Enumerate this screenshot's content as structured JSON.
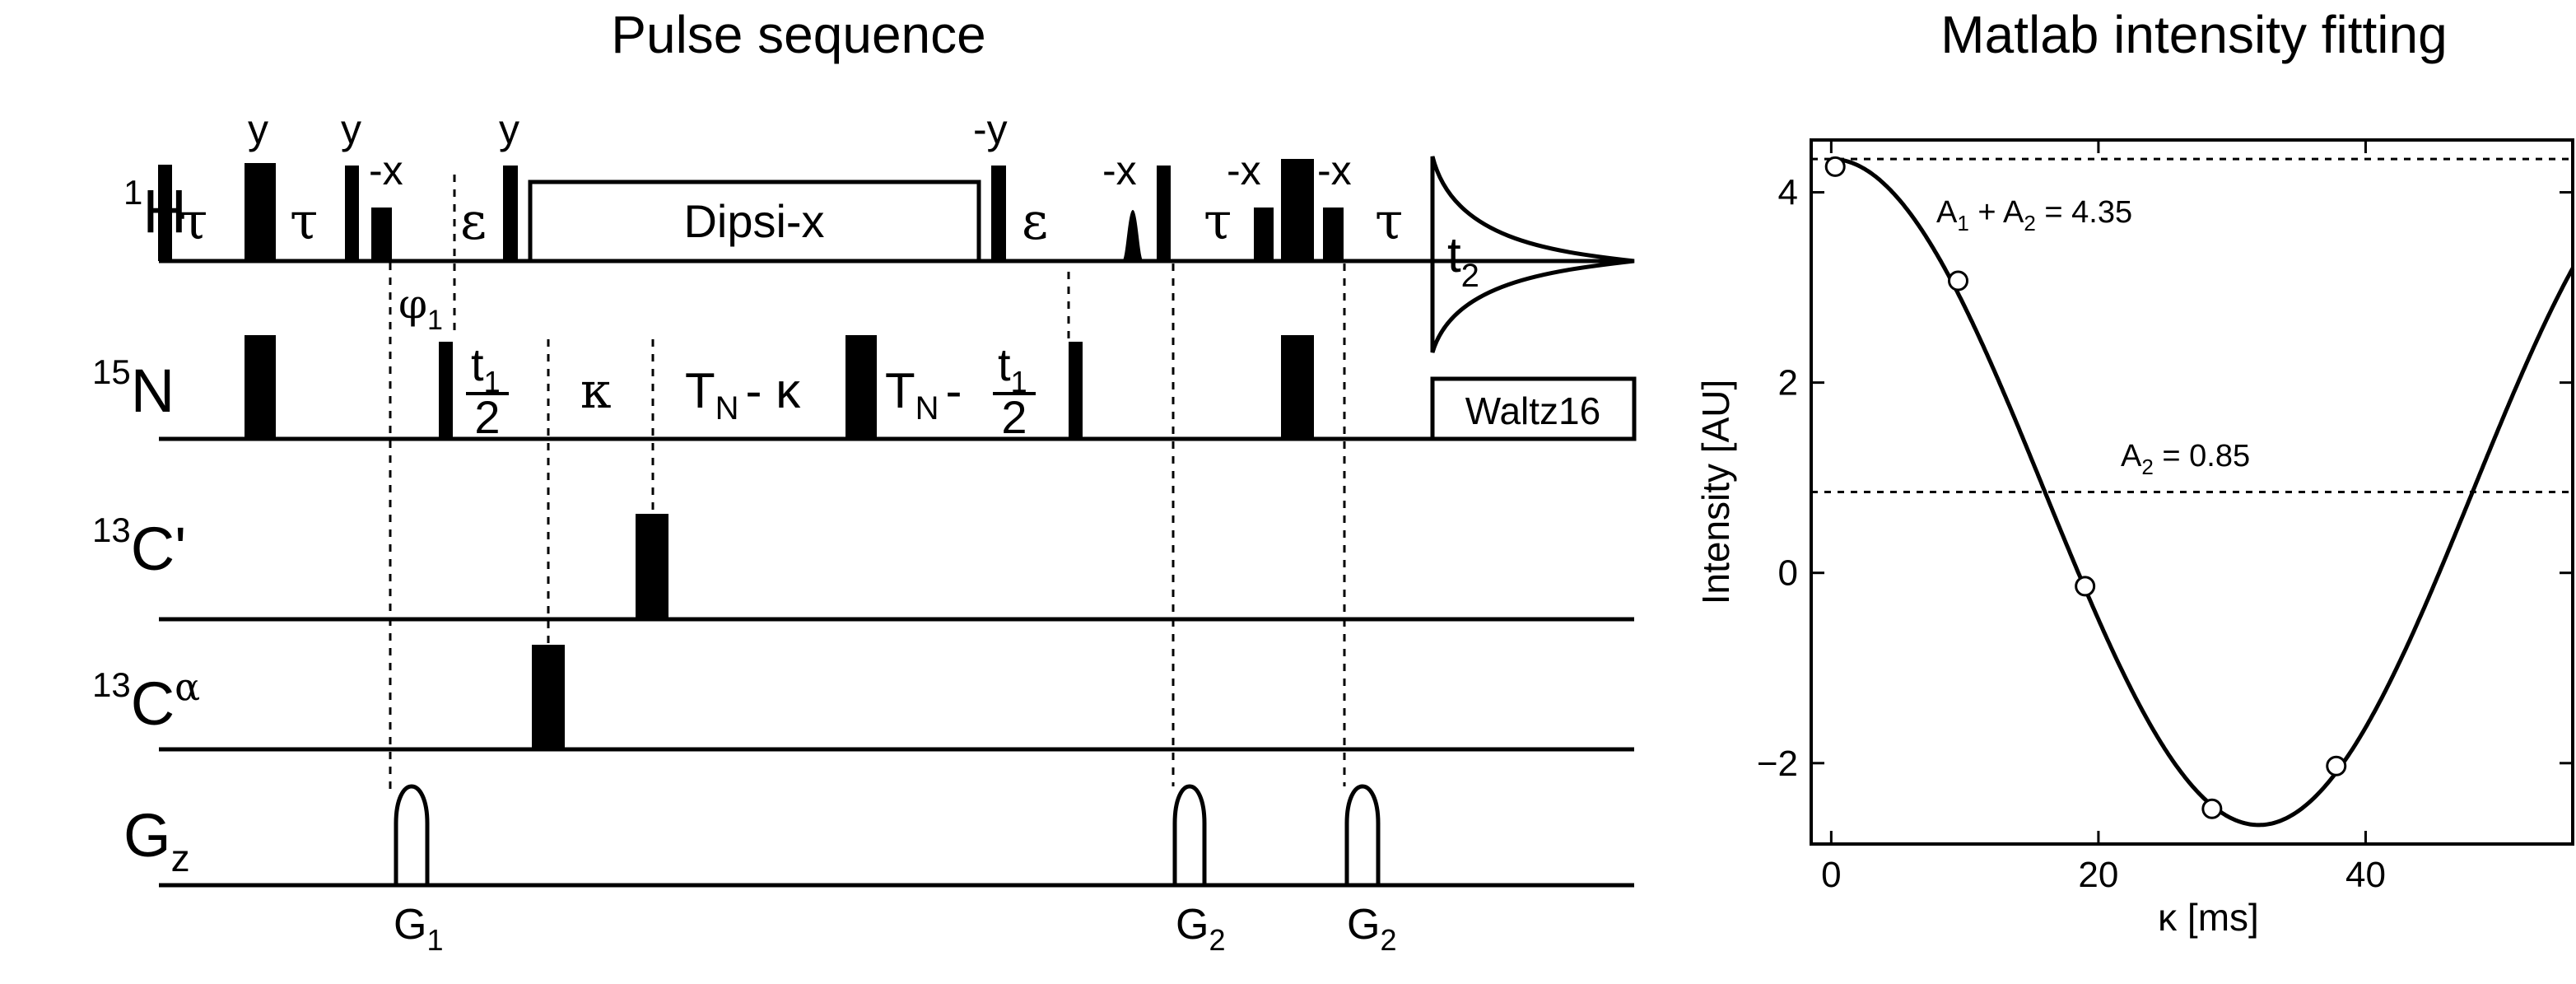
{
  "titles": {
    "left": "Pulse sequence",
    "right": "Matlab intensity fitting"
  },
  "channels": {
    "h": {
      "sup": "1",
      "base": "H"
    },
    "n": {
      "sup": "15",
      "base": "N"
    },
    "cp": {
      "sup": "13",
      "base": "C'"
    },
    "ca": {
      "sup": "13",
      "base": "C",
      "greek": "α"
    },
    "gz": {
      "base": "G",
      "sub": "z"
    }
  },
  "phases": {
    "y1": "y",
    "y2": "y",
    "mx1": "-x",
    "y3": "y",
    "my": "-y",
    "mx2": "-x",
    "mx3": "-x",
    "mx4": "-x"
  },
  "delays": {
    "tau": "τ",
    "epsilon": "ε",
    "kappa": "κ",
    "phi": "φ",
    "phi_sub": "1",
    "t1": "t",
    "t1_sub": "1",
    "two": "2",
    "tn": "T",
    "tn_sub": "N",
    "minus_kappa": "- κ",
    "minus": "-",
    "t2": "t",
    "t2_sub": "2"
  },
  "boxes": {
    "dipsi": "Dipsi-x",
    "waltz": "Waltz16"
  },
  "gradients": {
    "g1": {
      "base": "G",
      "sub": "1"
    },
    "g2a": {
      "base": "G",
      "sub": "2"
    },
    "g2b": {
      "base": "G",
      "sub": "2"
    }
  },
  "chart_data": {
    "type": "scatter",
    "title": "Matlab intensity fitting",
    "xlabel": "κ [ms]",
    "ylabel": "Intensity [AU]",
    "xlim": [
      -1.5,
      55.5
    ],
    "ylim": [
      -2.85,
      4.55
    ],
    "xticks": [
      0,
      20,
      40
    ],
    "yticks": [
      -2,
      0,
      2,
      4
    ],
    "xtick_labels": [
      "0",
      "20",
      "40"
    ],
    "ytick_labels": [
      "−2",
      "0",
      "2",
      "4"
    ],
    "points": [
      {
        "x": 0.3,
        "y": 4.27
      },
      {
        "x": 9.5,
        "y": 3.07
      },
      {
        "x": 19.0,
        "y": -0.14
      },
      {
        "x": 28.5,
        "y": -2.48
      },
      {
        "x": 37.8,
        "y": -2.03
      }
    ],
    "fit": {
      "model": "A1*cos(pi*kappa/32) + A2",
      "A1": 3.5,
      "A2": 0.85,
      "period_ms": 64
    },
    "reference_lines": [
      {
        "y": 4.35,
        "label_parts": [
          "A",
          "1",
          " + A",
          "2",
          " = 4.35"
        ]
      },
      {
        "y": 0.85,
        "label_parts": [
          "A",
          "2",
          " = 0.85"
        ]
      }
    ],
    "grid": false,
    "legend": "none"
  }
}
